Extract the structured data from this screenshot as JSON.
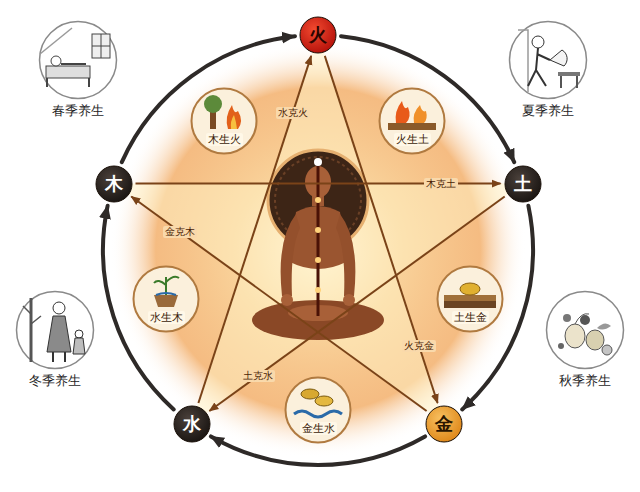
{
  "diagram": {
    "nodes": [
      {
        "text": [
          "春季养生"
        ]
      },
      {
        "text": [
          "火"
        ]
      },
      {
        "text": [
          "夏季养生"
        ]
      },
      {
        "text": [
          "木生火"
        ]
      },
      {
        "text": [
          "火生土"
        ]
      },
      {
        "text": [
          "木"
        ]
      },
      {
        "text": [
          "土"
        ]
      },
      {
        "text": [
          "水生木"
        ]
      },
      {
        "text": [
          "土生金"
        ]
      },
      {
        "text": [
          "冬季养生"
        ]
      },
      {
        "text": [
          "秋季养生"
        ]
      },
      {
        "text": [
          "金生水"
        ]
      },
      {
        "text": [
          "水"
        ]
      },
      {
        "text": [
          "金"
        ]
      }
    ],
    "edges": [
      {
        "from": 5,
        "to": 1,
        "arrow": "to"
      },
      {
        "from": 1,
        "to": 6,
        "arrow": "to"
      },
      {
        "from": 6,
        "to": 13,
        "arrow": "to"
      },
      {
        "from": 13,
        "to": 12,
        "arrow": "to"
      },
      {
        "from": 12,
        "to": 5,
        "arrow": "to"
      },
      {
        "from": 12,
        "to": 1,
        "label": "水克火",
        "arrow": "to"
      },
      {
        "from": 5,
        "to": 6,
        "label": "木克土",
        "arrow": "to"
      },
      {
        "from": 1,
        "to": 13,
        "label": "火克金",
        "arrow": "to"
      },
      {
        "from": 6,
        "to": 12,
        "label": "土克水",
        "arrow": "to"
      },
      {
        "from": 13,
        "to": 5,
        "label": "金克木",
        "arrow": "to"
      }
    ]
  }
}
